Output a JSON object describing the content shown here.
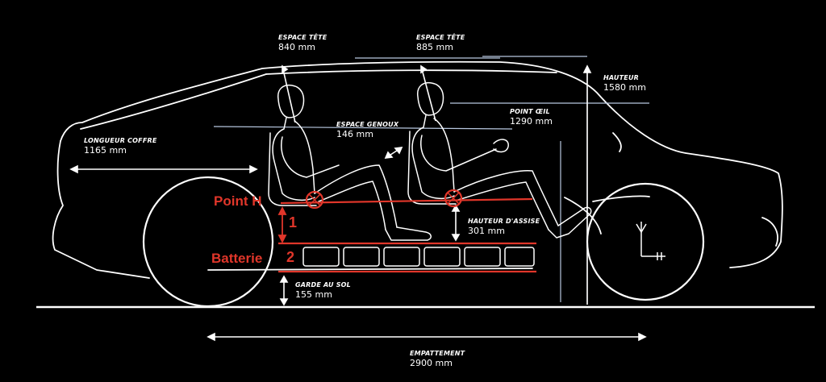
{
  "labels": {
    "headroom_rear": {
      "title": "ESPACE TÊTE",
      "value": "840 mm"
    },
    "headroom_front": {
      "title": "ESPACE TÊTE",
      "value": "885 mm"
    },
    "height": {
      "title": "HAUTEUR",
      "value": "1580 mm"
    },
    "eye_point": {
      "title": "POINT ŒIL",
      "value": "1290 mm"
    },
    "knee_room": {
      "title": "ESPACE GENOUX",
      "value": "146 mm"
    },
    "trunk_length": {
      "title": "LONGUEUR COFFRE",
      "value": "1165 mm"
    },
    "seat_height": {
      "title": "HAUTEUR D'ASSISE",
      "value": "301 mm"
    },
    "ground_clearance": {
      "title": "GARDE AU SOL",
      "value": "155 mm"
    },
    "wheelbase": {
      "title": "EMPATTEMENT",
      "value": "2900 mm"
    }
  },
  "annotations": {
    "point_h": "Point H",
    "batterie": "Batterie",
    "marker_1": "1",
    "marker_2": "2"
  },
  "colors": {
    "background": "#000000",
    "line": "#ffffff",
    "guide": "#b8c8e0",
    "accent": "#e0362a"
  },
  "icons": [
    "seated-passenger-figure",
    "seated-driver-figure",
    "axis-icon"
  ]
}
